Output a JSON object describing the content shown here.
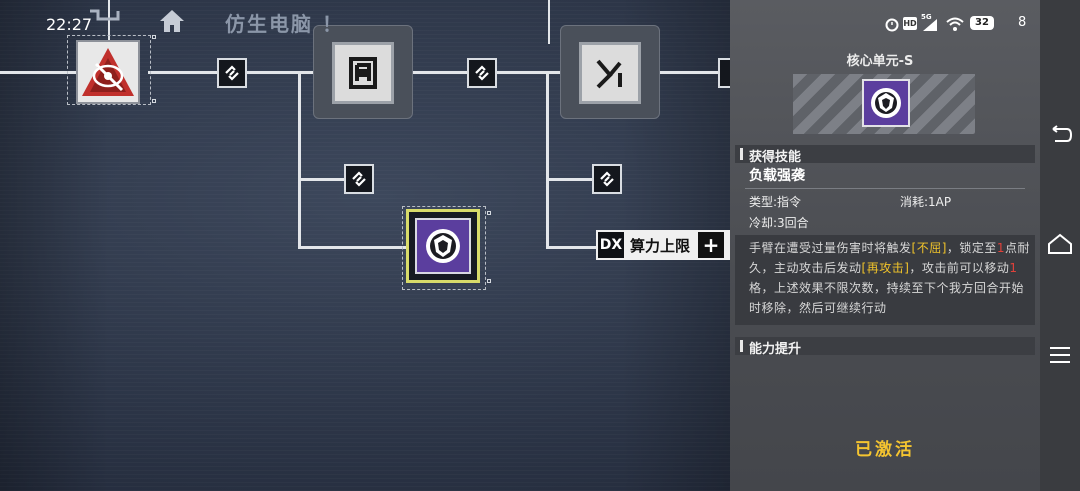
{
  "status_bar": {
    "time": "22:27",
    "battery": "32",
    "extra": "8",
    "hd_label": "HD",
    "net_label": "5G"
  },
  "header": {
    "title": "仿生电脑 ！"
  },
  "tree": {
    "compute_dx": "DX",
    "compute_label": "算力上限",
    "compute_plus": "+"
  },
  "panel": {
    "title": "核心单元-S",
    "section_skill": "获得技能",
    "skill_name": "负载强袭",
    "type_text": "类型:指令",
    "cost_text": "消耗:1AP",
    "cooldown_text": "冷却:3回合",
    "desc": {
      "p1": "手臂在遭受过量伤害时将触发",
      "k1": "[不屈]",
      "p2": "，锁定至",
      "n1": "1",
      "p3": "点耐久，主动攻击后发动",
      "k2": "[再攻击]",
      "p4": "，攻击前可以移动",
      "n2": "1",
      "p5": "格，上述效果不限次数，持续至下个我方回合开始时移除，然后可继续行动"
    },
    "section_ability": "能力提升",
    "activated": "已激活"
  },
  "colors": {
    "accent_yellow": "#f4c430",
    "keyword": "#f0c32a",
    "number_red": "#e0413a",
    "core_purple": "#5b3e9e"
  },
  "icons": [
    "home-icon",
    "back-icon",
    "link-icon",
    "core-icon",
    "alarm-icon",
    "wifi-icon",
    "signal-icon",
    "battery-icon",
    "nav-back-icon",
    "nav-home-icon",
    "nav-menu-icon"
  ]
}
